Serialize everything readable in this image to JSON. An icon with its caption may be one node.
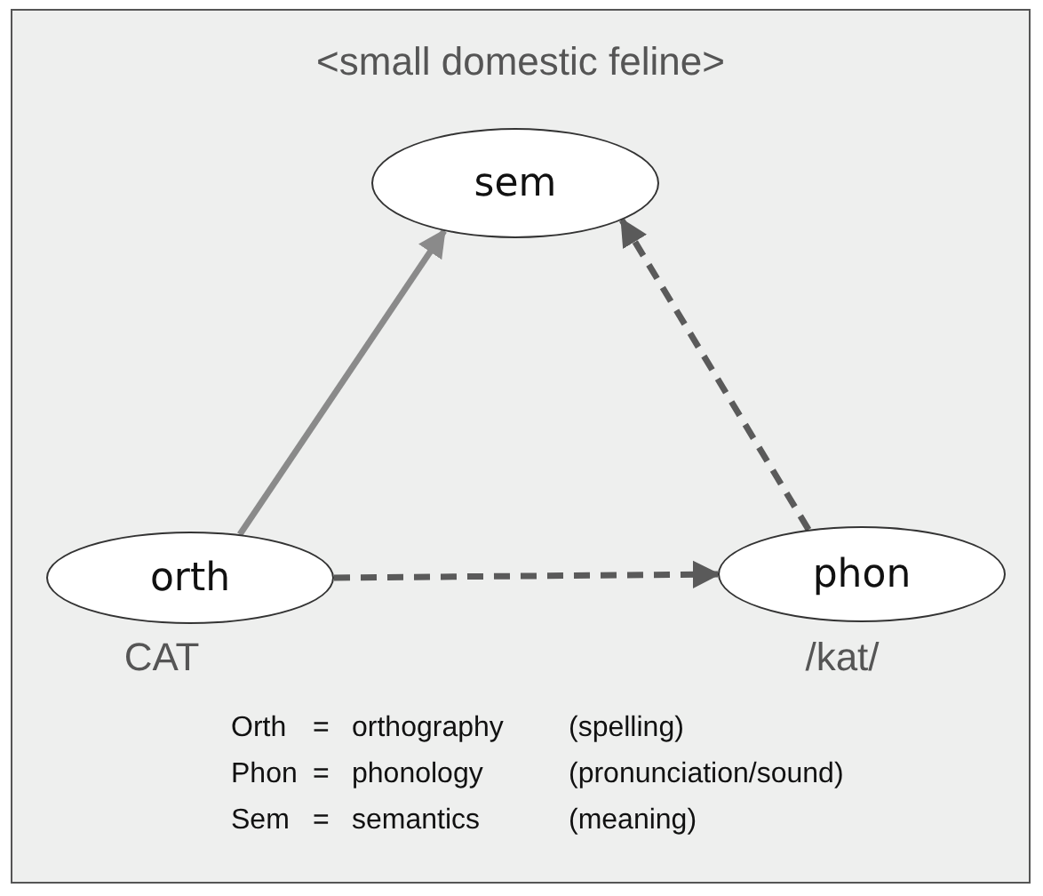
{
  "diagram": {
    "nodes": [
      {
        "text": [
          "sem"
        ],
        "beside": [
          "<small domestic feline>"
        ]
      },
      {
        "text": [
          "orth"
        ],
        "beside": [
          "CAT"
        ]
      },
      {
        "text": [
          "phon"
        ],
        "beside": [
          "/kat/"
        ]
      }
    ],
    "edges": [
      {
        "from": 1,
        "to": 0,
        "arrow": "to",
        "color": "#8a8a8a"
      },
      {
        "from": 1,
        "to": 2,
        "arrow": "to",
        "style": "dashed"
      },
      {
        "from": 2,
        "to": 0,
        "arrow": "to",
        "style": "dashed"
      }
    ],
    "labels": [
      "Orth",
      "=",
      "orthography",
      "(spelling)",
      "Phon",
      "=",
      "phonology",
      "(pronunciation/sound)",
      "Sem",
      "=",
      "semantics",
      "(meaning)"
    ]
  }
}
